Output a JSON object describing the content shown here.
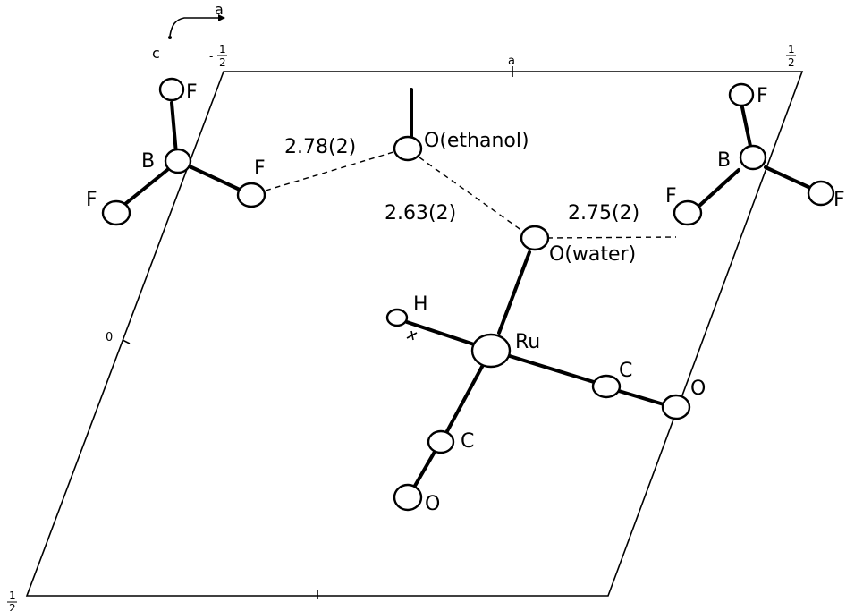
{
  "axes": {
    "a_arrow_label": "a",
    "c_label": "c"
  },
  "cell": {
    "top_label": "a",
    "frac_minus_half_sign": "-",
    "frac_one": "1",
    "frac_two": "2",
    "zero_label": "0"
  },
  "atoms": {
    "f": "F",
    "b": "B",
    "h": "H",
    "ru": "Ru",
    "c": "C",
    "o": "O",
    "o_ethanol": "O(ethanol)",
    "o_water": "O(water)"
  },
  "distances": {
    "d1": "2.78(2)",
    "d2": "2.63(2)",
    "d3": "2.75(2)"
  }
}
